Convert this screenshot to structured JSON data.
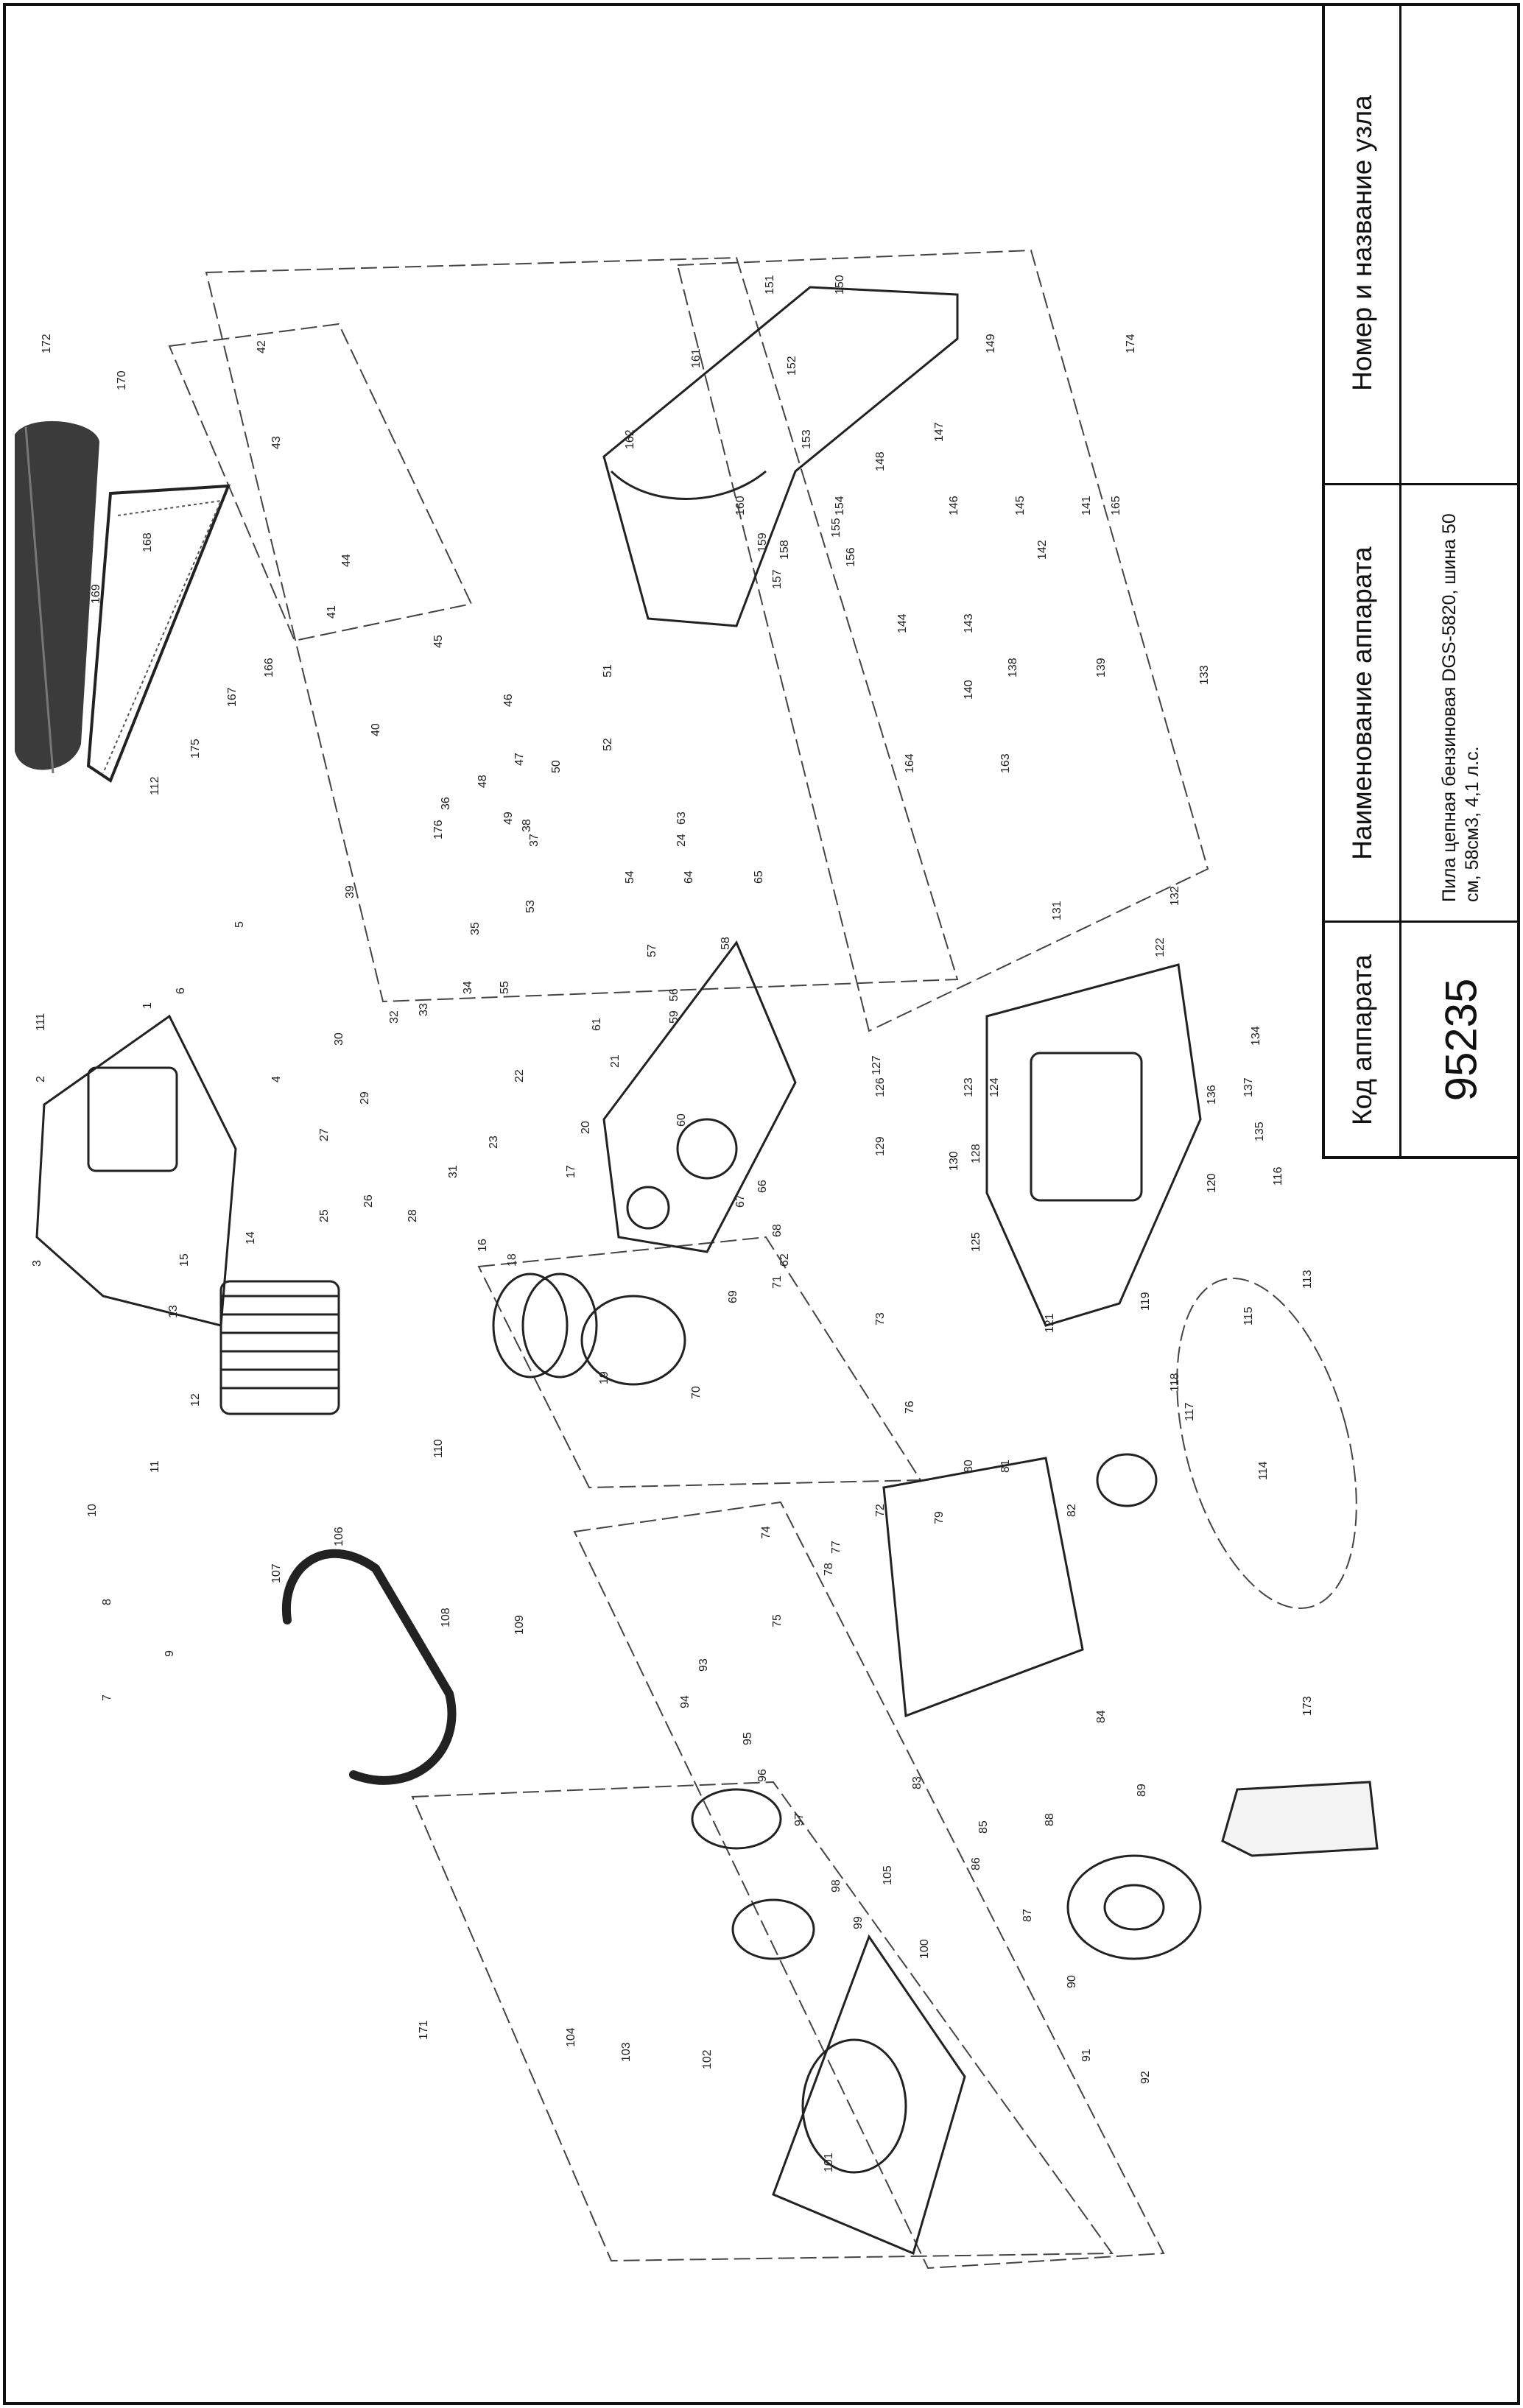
{
  "title_block": {
    "header_node": "Номер и название узла",
    "header_name": "Наименование аппарата",
    "header_code": "Код аппарата",
    "node_value": "",
    "name_value": "Пила цепная бензиновая DGS-5820, шина 50 см, 58см3, 4,1 л.с.",
    "code_value": "95235"
  },
  "callouts": [
    "1",
    "2",
    "3",
    "4",
    "5",
    "6",
    "7",
    "8",
    "9",
    "10",
    "11",
    "12",
    "13",
    "14",
    "15",
    "16",
    "17",
    "18",
    "19",
    "20",
    "21",
    "22",
    "23",
    "24",
    "25",
    "26",
    "27",
    "28",
    "29",
    "30",
    "31",
    "32",
    "33",
    "34",
    "35",
    "36",
    "37",
    "38",
    "39",
    "40",
    "41",
    "42",
    "43",
    "44",
    "45",
    "46",
    "47",
    "48",
    "49",
    "50",
    "51",
    "52",
    "53",
    "54",
    "55",
    "56",
    "57",
    "58",
    "59",
    "60",
    "61",
    "62",
    "63",
    "64",
    "65",
    "66",
    "67",
    "68",
    "69",
    "70",
    "71",
    "72",
    "73",
    "74",
    "75",
    "76",
    "77",
    "78",
    "79",
    "80",
    "81",
    "82",
    "83",
    "84",
    "85",
    "86",
    "87",
    "88",
    "89",
    "90",
    "91",
    "92",
    "93",
    "94",
    "95",
    "96",
    "97",
    "98",
    "99",
    "100",
    "101",
    "102",
    "103",
    "104",
    "105",
    "106",
    "107",
    "108",
    "109",
    "110",
    "111",
    "112",
    "113",
    "114",
    "115",
    "116",
    "117",
    "118",
    "119",
    "120",
    "121",
    "122",
    "123",
    "124",
    "125",
    "126",
    "127",
    "128",
    "129",
    "130",
    "131",
    "132",
    "133",
    "134",
    "135",
    "136",
    "137",
    "138",
    "139",
    "140",
    "141",
    "142",
    "143",
    "144",
    "145",
    "146",
    "147",
    "148",
    "149",
    "150",
    "151",
    "152",
    "153",
    "154",
    "155",
    "156",
    "157",
    "158",
    "159",
    "160",
    "161",
    "162",
    "163",
    "164",
    "165",
    "166",
    "167",
    "168",
    "169",
    "170",
    "171",
    "172",
    "173",
    "174",
    "175",
    "176"
  ]
}
